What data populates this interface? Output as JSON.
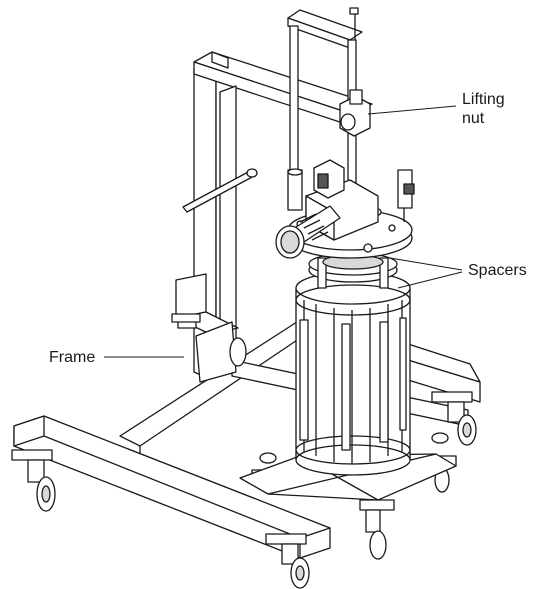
{
  "labels": {
    "lifting_nut": "Lifting\nnut",
    "spacers": "Spacers",
    "frame": "Frame"
  },
  "colors": {
    "line": "#1a1a1a",
    "fill": "#ffffff",
    "shade": "#d9d9d9",
    "dark": "#555555"
  }
}
